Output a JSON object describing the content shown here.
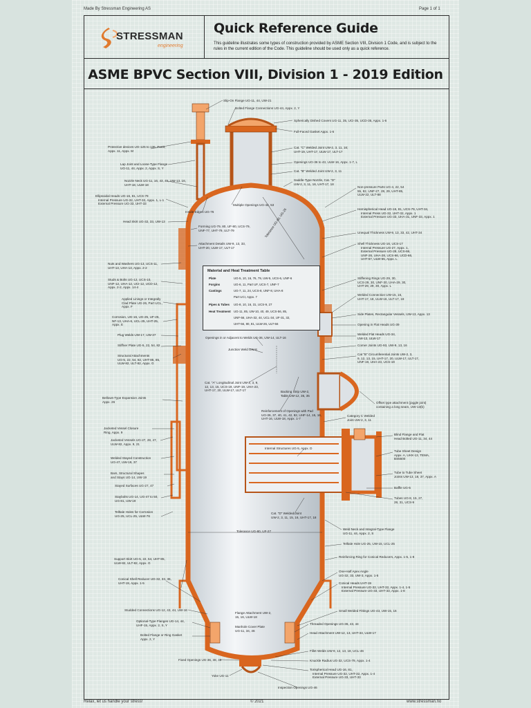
{
  "header": {
    "made_by": "Made By Stressman Engineering AS",
    "page": "Page 1 of 1",
    "logo_word": "STRESSMAN",
    "logo_tag": "engineering",
    "guide_title": "Quick Reference Guide",
    "intro": "This guideline illustrates some types of construction provided by ASME Section VIII, Division 1 Code, and is subject to the rules in the current edition of the Code. This guideline should be used only as a quick reference.",
    "main_title": "ASME BPVC Section VIII, Division 1 - 2019 Edition"
  },
  "labels": {
    "l1": "Slip-On Flange UG-11, 44, UW-21",
    "l2": "Bolted Flange Connections UG-44, Appx. 2, Y",
    "l3": "Spherically Dished Covers UG-11, 35, UCI-35, UCD-35, Appx. 1-6",
    "l4": "Full-Faced Gasket Appx. 1-6",
    "l5": "Cat. \"C\" Welded Joint UW-2, 3, 11, 16;",
    "l5b": "UHT-19, UHT-17, ULW-17, ULT-17",
    "l6": "Openings UG-36 to 43, ULW-16, Appx. 1-7, L",
    "l7": "Cat. \"B\" Welded Joint UW-2, 3, 11",
    "l8": "Saddle-Type Nozzle, Cat. \"D\"",
    "l8b": "UW-2, 3, 11, 16, UHT-17, 18",
    "l9": "Non-pressure Parts UG-4, 22, 54",
    "l9b": "55, 82, UNF-27, 28, 29, UHT-85,",
    "l9c": "ULW-22, ULT-88",
    "l10": "Hemispherical Head UG-16, 81, UCS-79, UHT-34,",
    "l10b": "Internal Press UG-32, UHT-32, Appx. 1",
    "l10c": "External Pressure UG-33, UHA-31, UNF-33, Appx. 1",
    "l11": "Unequal Thickness UW-9, 13, 33, 42, UHT-34",
    "l12": "Shell Thickness UG-16, UCS-17",
    "l12b": "Internal Pressure UG-27, Appx. 1,",
    "l12c": "External Pressure UG-28, UCS-66,",
    "l12d": "UNF-26, UHA-28, UCS-66, UCD-66,",
    "l12e": "UHT-57, ULW-55, Appx. L",
    "l13": "Stiffening Rings UG-29, 30,",
    "l13b": "UCS-29, 30, UNF-30, UHA-29, 30,",
    "l13c": "UHT-29, 29, 30, Appx. L",
    "l14": "Welded Connection UW-15, 16,",
    "l14b": "UHT-17, 18, ULW-16, ULT-17, 18",
    "l15": "Side Plates, Rectangular Vessels, UW-13, Appx. 13",
    "l16": "Opening in Flat Heads UG-39",
    "l17": "Welded Flat Heads UG-34,",
    "l17b": "UW-13, ULW-17",
    "l18": "Corner Joints UG-93, UW-9, 13, 16",
    "l19": "Cat \"B\" Circumferential Joints UW-2, 3,",
    "l19b": "9, 12, 13, 15, UHT-17, 20, ULW-17, ULT-17,",
    "l19c": "UNF-19, UHA-23, UCS-19",
    "l20": "Offset type attachment (joggle joint)",
    "l20b": "containing a long seam, UW-13(b)",
    "l21": "Category C Welded",
    "l21b": "Joint UW-2, 3, 11",
    "l22": "Blind Flange and Flat",
    "l22b": "Head Bolted UG-11, 34, 44",
    "l23": "Tube Sheet Design",
    "l23b": "Appx. A, UHX-13, TEMA,",
    "l23c": "BS5500",
    "l24": "Tube to Tube Sheet",
    "l24b": "Joints UW-13, 18, 37, Appx. A",
    "l25": "Baffle UG-5",
    "l26": "Tubes UG-8, 15, 27,",
    "l26b": "28, 31, UCS-9",
    "l27": "Weld Neck and Integral-Type Flange",
    "l27b": "UG-11, 44, Appx. 2, S",
    "l28": "Telltale Hole UG-25, UW-15, UCL-25",
    "l29": "Reinforcing Ring for Conical Reducers, Appx. 1-5, 1-8",
    "l30": "One-Half Apex Angle",
    "l30b": "UG-32, 33, UW-3, Appx. 1-5",
    "l31": "Conical Heads UHT-19",
    "l31b": "Internal Pressure UG-32, UHT-32, Appx. 1-4, 1-5",
    "l31c": "External Pressure UG-33, UHT-33, Appx. 1-8",
    "l32": "Small Welded Fittings UG-43, UW-15, 16",
    "l33": "Threaded Openings UG-36, 43, 44",
    "l34": "Head Attachment UW-12, 13, UHT-34, ULW-17",
    "l35": "Fillet Welds UW-9, 12, 13, 18, UCL-46",
    "l36": "Knuckle Radius UG-32, UCS-79, Appx. 1-4",
    "l37": "Torispherical Head UG-16, 81,",
    "l37b": "Internal Pressure UG-32, UHT-32, Appx. 1-4",
    "l37c": "External Pressure UG-33, UHT-33",
    "l38": "Inspection Openings UG-46",
    "l39": "Yoke UG-11",
    "l40": "Fixed Openings UG-36, 38, 46",
    "l41": "Bolted Flange or Ring Gasket",
    "l41b": "Appx. 2, Y",
    "l42": "Optional-Type Flanges UG-14, 44,",
    "l42b": "UHF-15, Appx. 2, S, Y",
    "l43": "Studded Connections UG-12, 43, 44, UW-16",
    "l44": "Conical Shell Reducer UG-32, 33, 36,",
    "l44b": "UHT-19, Appx. 1-5",
    "l45": "Support Skirt UG-5, 22, 54, UHT-85,",
    "l45b": "ULW-82, ULT-82, Appx. G",
    "l46": "Telltale Holes for Corrosion",
    "l46b": "UG-25, UCL-25, ULW-76",
    "l47": "Staybolts UG-14, UG-47 to 50,",
    "l47b": "UG-81, UW-19",
    "l48": "Stayed Surfaces UG-27, 47",
    "l49": "Bars, Structural Shapes",
    "l49b": "and Stays UG-14, UW-19",
    "l50": "Welded Stayed Construction",
    "l50b": "UG-47, UW-19, 37",
    "l51": "Jacketed Vessels UG-27, 28, 47,",
    "l51b": "ULW-82, Appx. 9, 21",
    "l52": "Jacketed Vessel Closure",
    "l52b": "Ring, Appx. 9",
    "l53": "Bellows-Type Expansion Joints",
    "l53b": "Appx. 26",
    "l54": "Structural Attachments",
    "l54b": "UG-5, 22, 54, 82, UHT-85, 85,",
    "l54c": "ULW-82, ULT-82, Appx. G",
    "l55": "Stiffner Plate UG-5, 22, 54, 82",
    "l56": "Plug Welds UW-17, UW-37",
    "l57": "Corrosion, UG-16, UG-25, UF-25,",
    "l57b": "NF-13, UHA-6, UCL-25, UHT-25,",
    "l57c": "Appx. E",
    "l58": "Applied Linings or Integrally",
    "l58b": "Clad Plate UG-26, Part UCL,",
    "l58c": "Appx. F",
    "l59": "Studs & Bolts UG-12, UCS-10,",
    "l59b": "UNF-12, UHA-12, UCI-12, UCD-12,",
    "l59c": "Appx. 2-2, Appx. 14-4",
    "l60": "Nuts and Washers UG-13, UCS-11,",
    "l60b": "UHT-13, UHA-13, Appx. 2-2",
    "l61": "Attachment Details UW-9, 13, 33,",
    "l61b": "UHT-20, ULW-17, ULT-17",
    "l62": "Forming UG-79, 80, UF-80, UCS-79,",
    "l62b": "UNF-77, UHT-79, ULT-79",
    "l63": "Head Skirt UG-32, 33, UW-13",
    "l64": "Inside Edges UG-76",
    "l65": "Multiple Openings UG-42, 53",
    "l66": "Ellipsoidal Heads UG-16, 81, UCS-79",
    "l66b": "Internal Pressure UG-32, UHT-32, Appx. 1, L-1",
    "l66c": "External Pressure UG-33, UHT-33",
    "l67": "Nozzle Neck UG-11, 16, 43, 45, UW-13, 16,",
    "l67b": "UHT-18, ULW-18",
    "l68": "Lap Joint and Loose-Type Flange",
    "l68b": "UG-11, 44, Appx. 2, Appx. S, Y",
    "l69": "Protective devices UG-125 to 136, Part3,",
    "l69b": "Appx. 11, Appx. M",
    "l70": "Tolerance UG-80, UG-25",
    "l71": "Openings in or Adjacent to Welds UG-36, UW-14, ULT-16",
    "l72": "Junction Weld UW-8",
    "l73": "Cat. \"A\" Longitudinal Joint UW-2, 3, 9,",
    "l73b": "12, 13, 15, UCS-19, UNF-19, UHA-23,",
    "l73c": "UHT-17, 20, ULW-17, ULT-17",
    "l74": "Backing Strip UW-2,",
    "l74b": "Table UW-12, 35, 35",
    "l75": "Reinforcement of Openings with Pad",
    "l75b": "UG-36, 37, 40, 41, 42, 82, UHF-14, 15, 16,",
    "l75c": "UHT-16, ULW-18, Appx. 1-7",
    "l76": "Internal Structures UG-5, Appx. D",
    "l77": "Cat. \"D\" Welded Joint",
    "l77b": "UW-2, 3, 11, 15, 16, UHT-17, 18",
    "l78": "Tolerance UG-80, UF-27",
    "l79": "Flange Attachment UW-2,",
    "l79b": "15, 16, ULW-18",
    "l80": "Manhole Cover Plate",
    "l80b": "UG-11, 34, 46"
  },
  "material_table": {
    "title": "Material and Heat Treatment Table",
    "rows": [
      {
        "k": "Plate",
        "v": "UG-5, 10, 16, 76, 79, UW-5, UCS-6, UNF-6"
      },
      {
        "k": "Forgins",
        "v": "UG-6, 11, Part UF, UCS-7, UNF-7"
      },
      {
        "k": "Castings",
        "v": "UG-7, 11, 24, UCS-8, UNF-8, UHA-8"
      },
      {
        "k": "",
        "v": "Part UCI, Appx. 7"
      },
      {
        "k": "Pipes & Tubes",
        "v": "UG-8, 10, 16, 31, UCS-9, 27"
      },
      {
        "k": "Heat Treatment",
        "v": "UG-11, 85, UW-10, 40, 49, UCS-56, 85,"
      },
      {
        "k": "",
        "v": "UNF-56, UHA-32, 44, UCL-34, UF-31, 32,"
      },
      {
        "k": "",
        "v": "UHT-56, 80, 81, ULW-26, ULT-56"
      }
    ]
  },
  "footer": {
    "left": "Relax, let us handle your stress!",
    "center": "© 2021",
    "right": "www.stressman.no"
  },
  "colors": {
    "steel": "#d9661f",
    "steel_light": "#f3a56b",
    "interior": "#e8ecef",
    "background": "#dfe8e4"
  }
}
